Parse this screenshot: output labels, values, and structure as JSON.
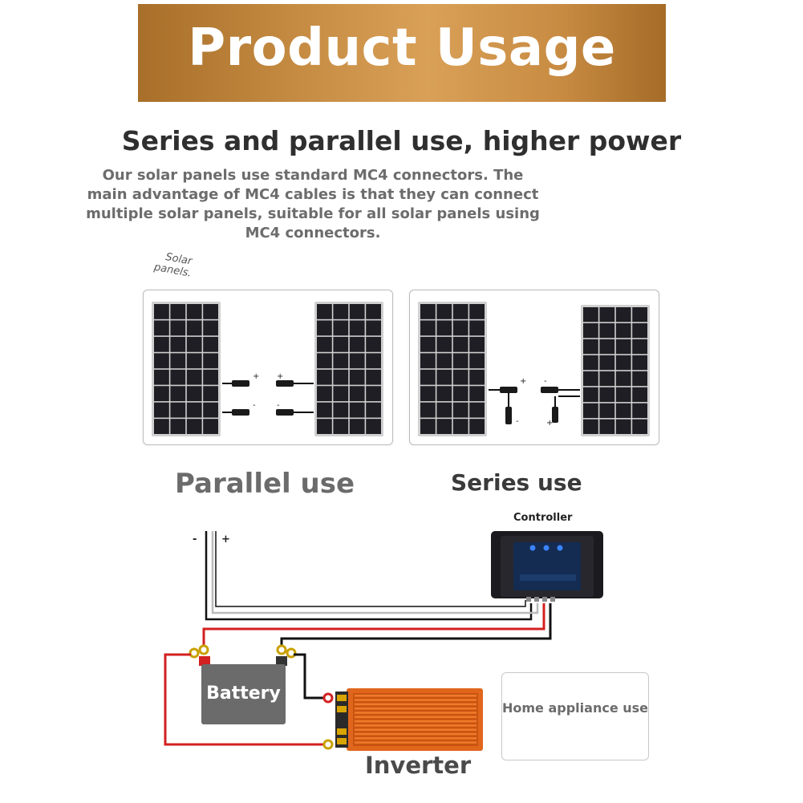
{
  "header": {
    "title": "Product Usage"
  },
  "section": {
    "subtitle": "Series and parallel use, higher power",
    "description": "Our solar panels use standard MC4 connectors. The main advantage of MC4 cables is that they can connect multiple solar panels, suitable for all solar panels using MC4 connectors."
  },
  "annotation": {
    "line1": "Solar",
    "line2": "panels."
  },
  "diagrams": {
    "parallel_label": "Parallel use",
    "series_label": "Series use",
    "plus": "+",
    "minus": "-"
  },
  "wiring": {
    "controller_label": "Controller",
    "battery_label": "Battery",
    "inverter_label": "Inverter",
    "home_label": "Home appliance use"
  },
  "colors": {
    "banner_gold": "#c58b42",
    "cable_red": "#d32020",
    "inverter_orange": "#e0661c",
    "panel_cell": "#1e1e24"
  }
}
